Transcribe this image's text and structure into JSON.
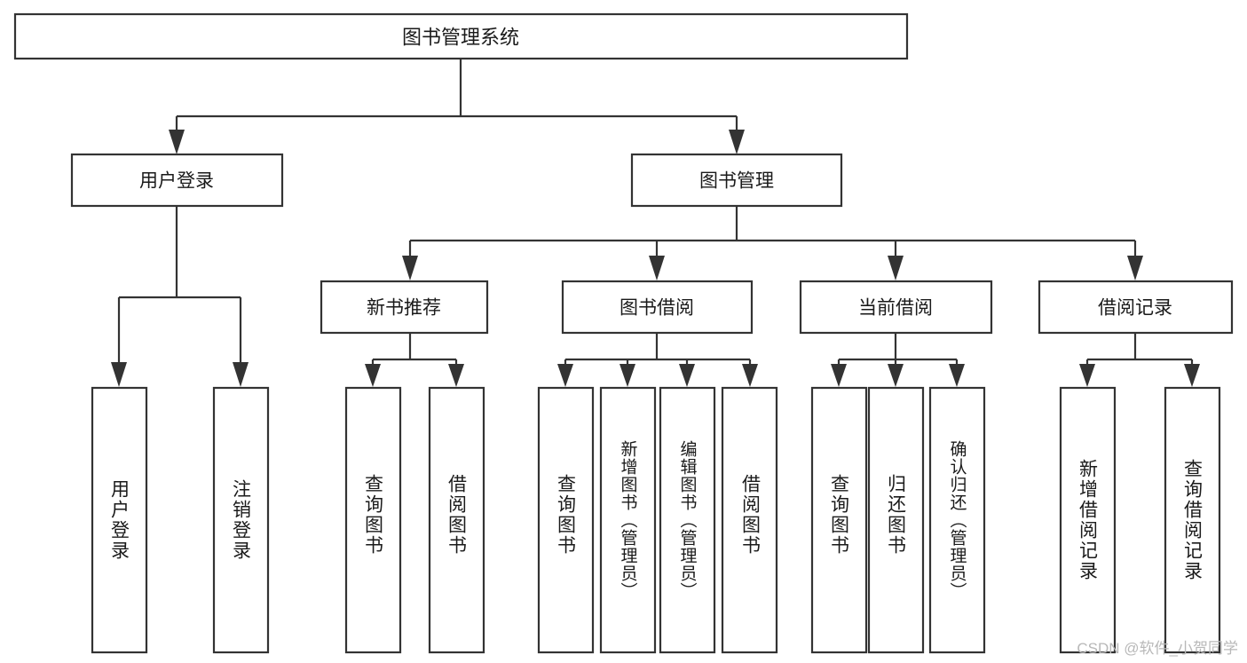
{
  "diagram": {
    "type": "tree-hierarchy-flowchart",
    "title": "图书管理系统",
    "watermark": "CSDN @软件_小贺同学",
    "colors": {
      "box_fill": "#ffffff",
      "box_stroke": "#333333",
      "text": "#1a1a1a",
      "background": "#ffffff",
      "watermark": "#b8b8b8"
    },
    "levels": {
      "root": {
        "label": "图书管理系统"
      },
      "level2": [
        {
          "id": "user-login",
          "label": "用户登录"
        },
        {
          "id": "book-management",
          "label": "图书管理"
        }
      ],
      "level3": [
        {
          "id": "new-book-recommend",
          "label": "新书推荐",
          "parent": "book-management"
        },
        {
          "id": "book-borrow",
          "label": "图书借阅",
          "parent": "book-management"
        },
        {
          "id": "current-borrow",
          "label": "当前借阅",
          "parent": "book-management"
        },
        {
          "id": "borrow-record",
          "label": "借阅记录",
          "parent": "book-management"
        }
      ],
      "leaves": [
        {
          "id": "leaf-user-login",
          "label": "用户登录",
          "parent": "user-login"
        },
        {
          "id": "leaf-logout-login",
          "label": "注销登录",
          "parent": "user-login"
        },
        {
          "id": "leaf-query-book-1",
          "label": "查询图书",
          "parent": "new-book-recommend"
        },
        {
          "id": "leaf-borrow-book-1",
          "label": "借阅图书",
          "parent": "new-book-recommend"
        },
        {
          "id": "leaf-query-book-2",
          "label": "查询图书",
          "parent": "book-borrow"
        },
        {
          "id": "leaf-add-book-admin",
          "label": "新增图书（管理员）",
          "parent": "book-borrow"
        },
        {
          "id": "leaf-edit-book-admin",
          "label": "编辑图书（管理员）",
          "parent": "book-borrow"
        },
        {
          "id": "leaf-borrow-book-2",
          "label": "借阅图书",
          "parent": "book-borrow"
        },
        {
          "id": "leaf-query-book-3",
          "label": "查询图书",
          "parent": "current-borrow"
        },
        {
          "id": "leaf-return-book",
          "label": "归还图书",
          "parent": "current-borrow"
        },
        {
          "id": "leaf-confirm-return-admin",
          "label": "确认归还（管理员）",
          "parent": "current-borrow"
        },
        {
          "id": "leaf-add-borrow-record",
          "label": "新增借阅记录",
          "parent": "borrow-record"
        },
        {
          "id": "leaf-query-borrow-record",
          "label": "查询借阅记录",
          "parent": "borrow-record"
        }
      ]
    }
  }
}
